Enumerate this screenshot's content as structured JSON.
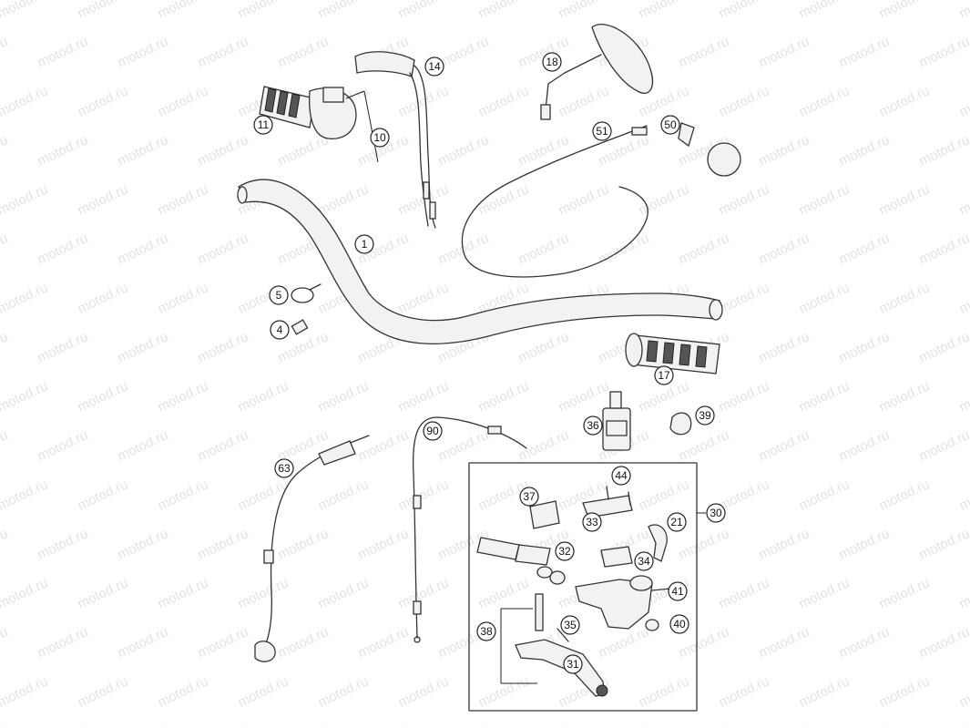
{
  "watermark": {
    "text": "motod.ru"
  },
  "callouts": [
    {
      "id": "c1",
      "label": "1"
    },
    {
      "id": "c4",
      "label": "4"
    },
    {
      "id": "c5",
      "label": "5"
    },
    {
      "id": "c10",
      "label": "10"
    },
    {
      "id": "c11",
      "label": "11"
    },
    {
      "id": "c14",
      "label": "14"
    },
    {
      "id": "c17",
      "label": "17"
    },
    {
      "id": "c18",
      "label": "18"
    },
    {
      "id": "c21",
      "label": "21"
    },
    {
      "id": "c30",
      "label": "30"
    },
    {
      "id": "c31",
      "label": "31"
    },
    {
      "id": "c32",
      "label": "32"
    },
    {
      "id": "c33",
      "label": "33"
    },
    {
      "id": "c34",
      "label": "34"
    },
    {
      "id": "c35",
      "label": "35"
    },
    {
      "id": "c36",
      "label": "36"
    },
    {
      "id": "c37",
      "label": "37"
    },
    {
      "id": "c38",
      "label": "38"
    },
    {
      "id": "c39",
      "label": "39"
    },
    {
      "id": "c40",
      "label": "40"
    },
    {
      "id": "c41",
      "label": "41"
    },
    {
      "id": "c44",
      "label": "44"
    },
    {
      "id": "c50",
      "label": "50"
    },
    {
      "id": "c51",
      "label": "51"
    },
    {
      "id": "c63",
      "label": "63"
    },
    {
      "id": "c90",
      "label": "90"
    }
  ]
}
